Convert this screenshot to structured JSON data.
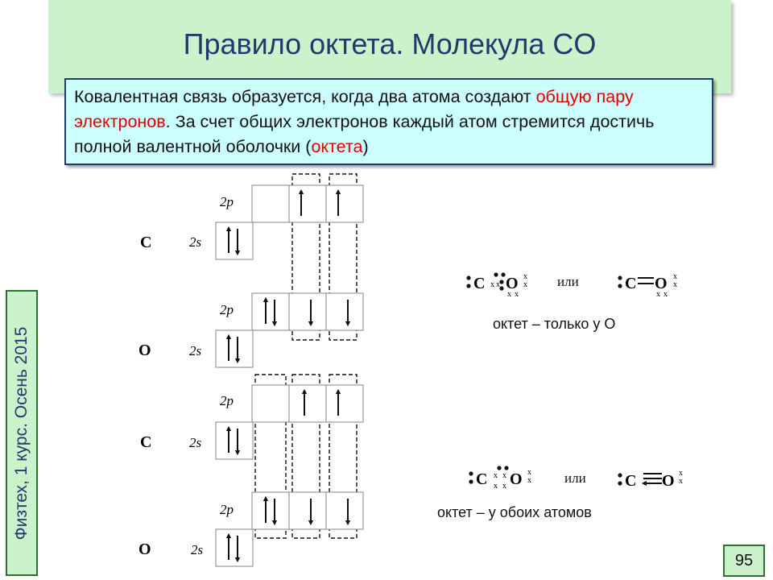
{
  "title": "Правило октета. Молекула CO",
  "intro": {
    "part1": "Ковалентная связь образуется, когда два атома создают ",
    "highlight1": "общую пару электронов",
    "part2": ". За счет общих электронов каждый атом стремится достичь полной валентной оболочки (",
    "highlight2": "октета",
    "part3": ")"
  },
  "side_label": "Физтех, 1 курс. Осень 2015",
  "page_number": "95",
  "colors": {
    "title": "#1f3a6e",
    "highlight": "#e00000",
    "band": "#ccf2cc",
    "intro_bg": "#ccffff"
  },
  "diagrams": [
    {
      "rows": [
        {
          "atom": "C",
          "p_label": "2p",
          "s_label": "2s",
          "p": [
            "",
            "up",
            "up"
          ],
          "s": "updown"
        },
        {
          "atom": "O",
          "p_label": "2p",
          "s_label": "2s",
          "p": [
            "updown",
            "down",
            "down"
          ],
          "s": "updown"
        }
      ],
      "bonds": "two"
    },
    {
      "rows": [
        {
          "atom": "C",
          "p_label": "2p",
          "s_label": "2s",
          "p": [
            "",
            "up",
            "up"
          ],
          "s": "updown"
        },
        {
          "atom": "O",
          "p_label": "2p",
          "s_label": "2s",
          "p": [
            "updown",
            "down",
            "down"
          ],
          "s": "updown"
        }
      ],
      "bonds": "three"
    }
  ],
  "lewis": {
    "or": "или",
    "c": "C",
    "o": "O",
    "x": "x",
    "note1": "октет – только у О",
    "note2": "октет – у обоих атомов"
  }
}
